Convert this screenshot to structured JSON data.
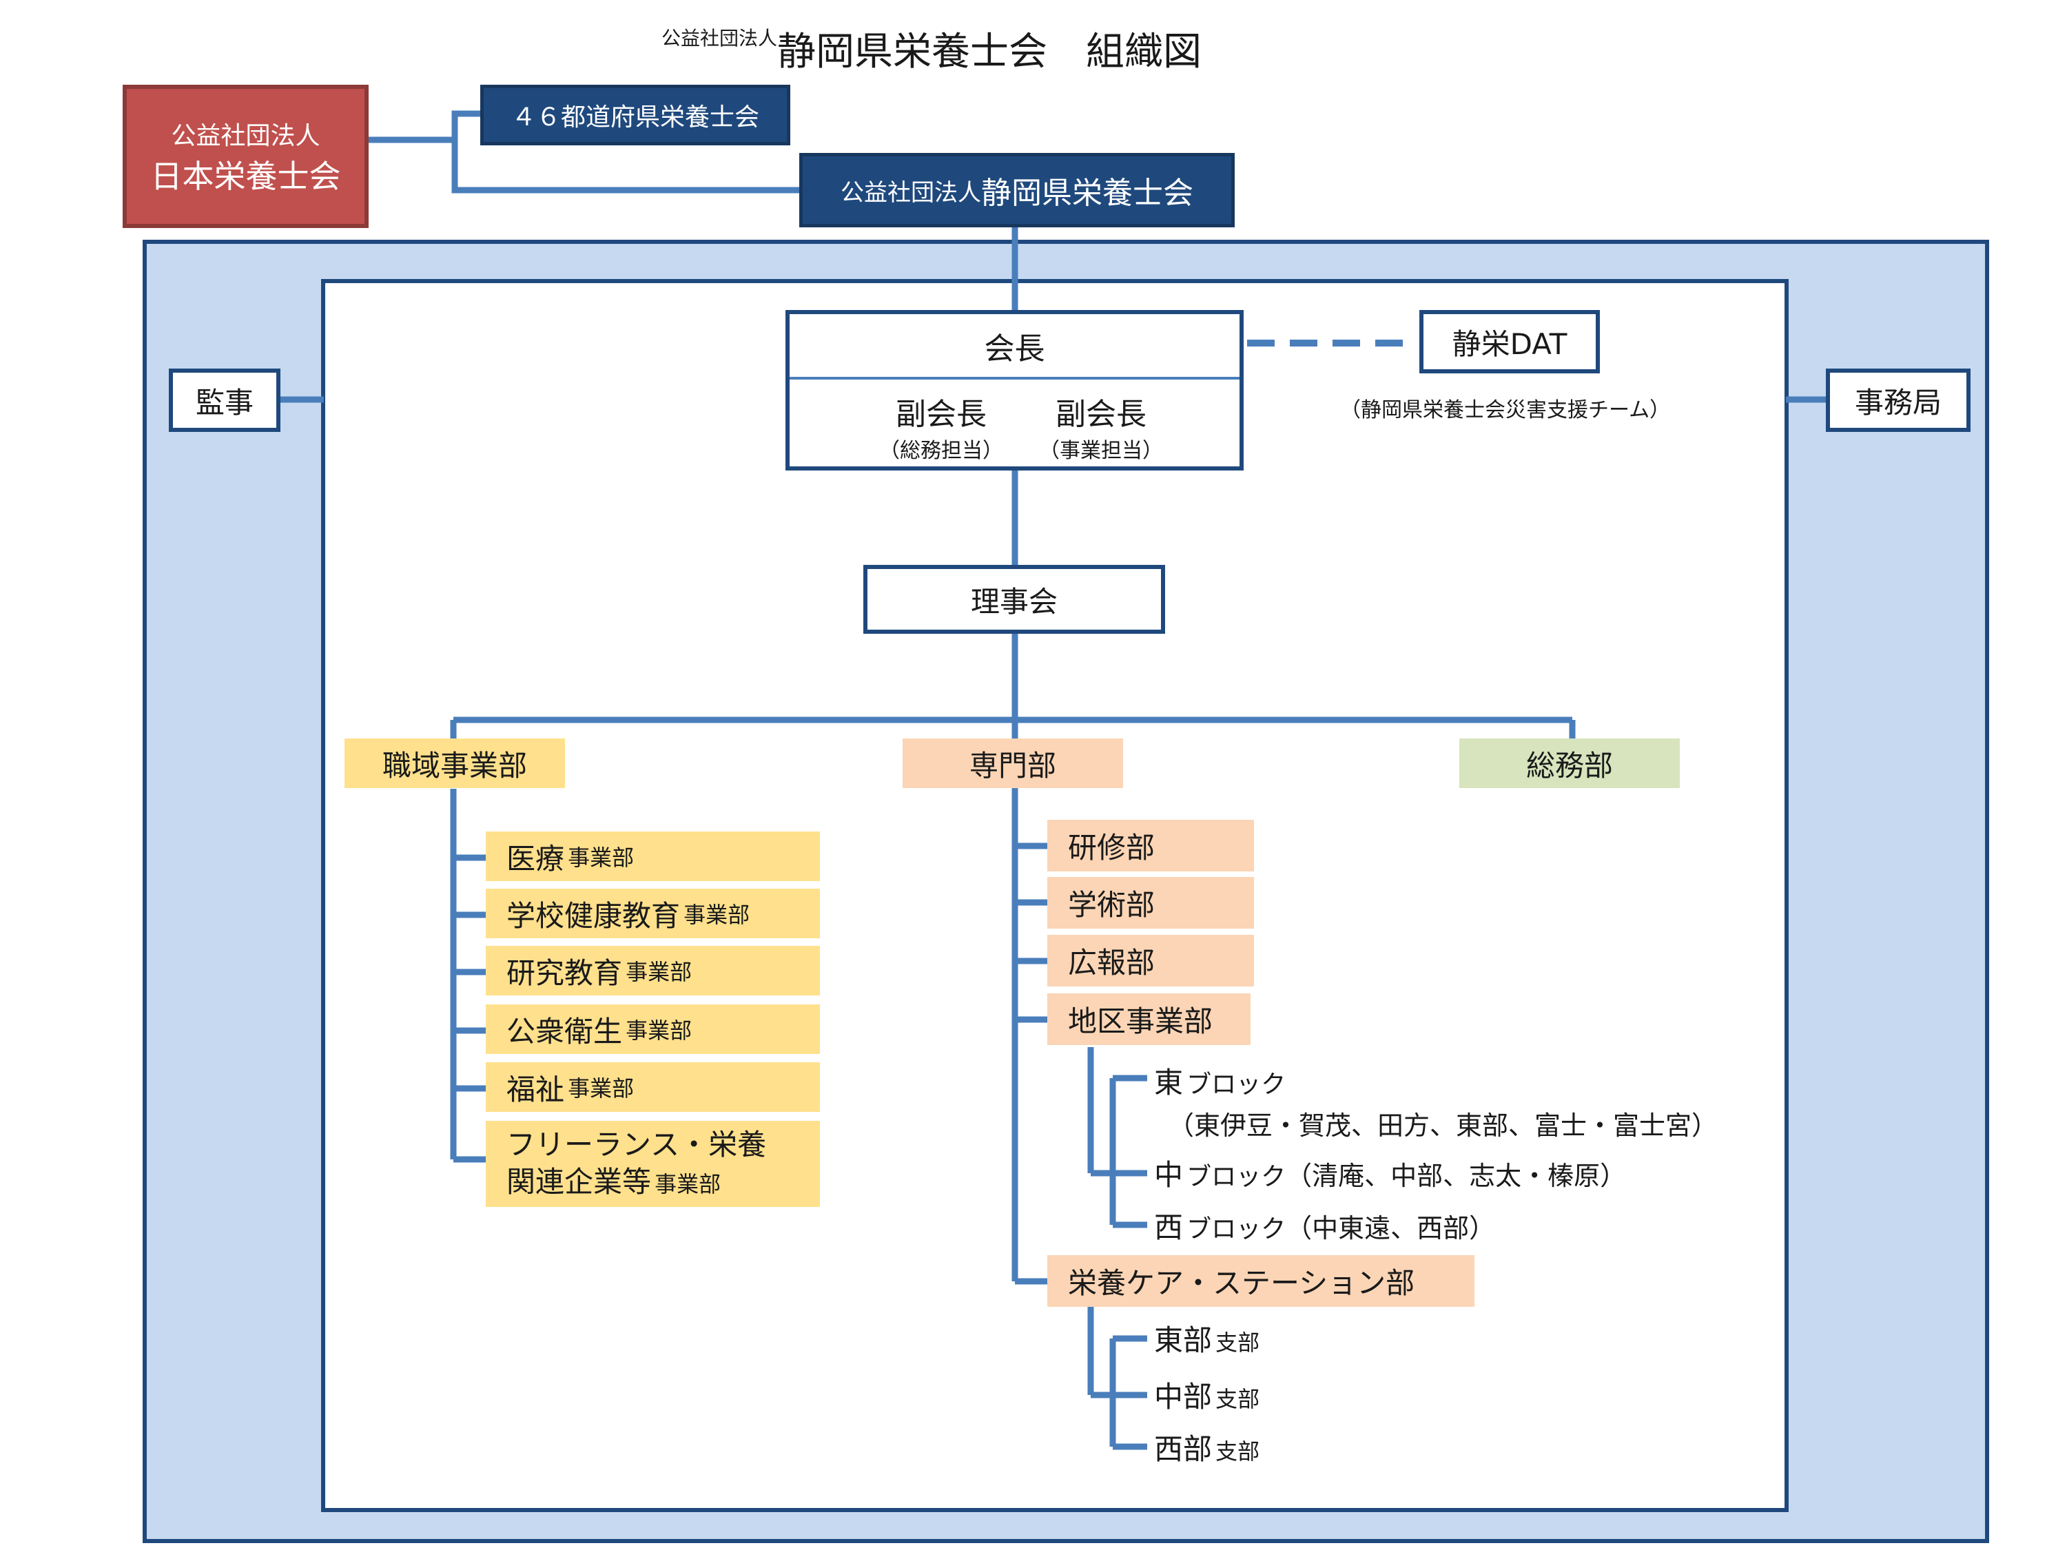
{
  "title": {
    "prefix": "公益社団法人",
    "main": "静岡県栄養士会　組織図"
  },
  "nodes": {
    "jda": {
      "line1": "公益社団法人",
      "line2": "日本栄養士会"
    },
    "prefectures": "４６都道府県栄養士会",
    "shizuoka": {
      "prefix": "公益社団法人",
      "name": "静岡県栄養士会"
    },
    "auditor": "監事",
    "secretariat": "事務局",
    "president": "会長",
    "vp1": {
      "title": "副会長",
      "sub": "（総務担当）"
    },
    "vp2": {
      "title": "副会長",
      "sub": "（事業担当）"
    },
    "dat": {
      "name": "静栄DAT",
      "desc": "（静岡県栄養士会災害支援チーム）"
    },
    "board": "理事会"
  },
  "departments": {
    "workplace": {
      "label": "職域事業部",
      "items": [
        {
          "name": "医療",
          "suffix": "事業部"
        },
        {
          "name": "学校健康教育",
          "suffix": "事業部"
        },
        {
          "name": "研究教育",
          "suffix": "事業部"
        },
        {
          "name": "公衆衛生",
          "suffix": "事業部"
        },
        {
          "name": "福祉",
          "suffix": "事業部"
        },
        {
          "name": "フリーランス・栄養",
          "name2": "関連企業等",
          "suffix": "事業部"
        }
      ]
    },
    "specialty": {
      "label": "専門部",
      "items": [
        "研修部",
        "学術部",
        "広報部",
        "地区事業部",
        "栄養ケア・ステーション部"
      ],
      "blocks": [
        {
          "name": "東",
          "text": "ブロック",
          "detail": "（東伊豆・賀茂、田方、東部、富士・富士宮）"
        },
        {
          "name": "中",
          "text": "ブロック",
          "detail": "（清庵、中部、志太・榛原）"
        },
        {
          "name": "西",
          "text": "ブロック",
          "detail": "（中東遠、西部）"
        }
      ],
      "branches": [
        {
          "name": "東部",
          "suffix": "支部"
        },
        {
          "name": "中部",
          "suffix": "支部"
        },
        {
          "name": "西部",
          "suffix": "支部"
        }
      ]
    },
    "general": {
      "label": "総務部"
    }
  },
  "colors": {
    "navy": "#1f497d",
    "line": "#4a7ebb",
    "red": "#c0504d",
    "outer_bg": "#c6d9f1",
    "yellow": "#ffe08c",
    "peach": "#fbd5b5",
    "green": "#d7e4bd"
  }
}
